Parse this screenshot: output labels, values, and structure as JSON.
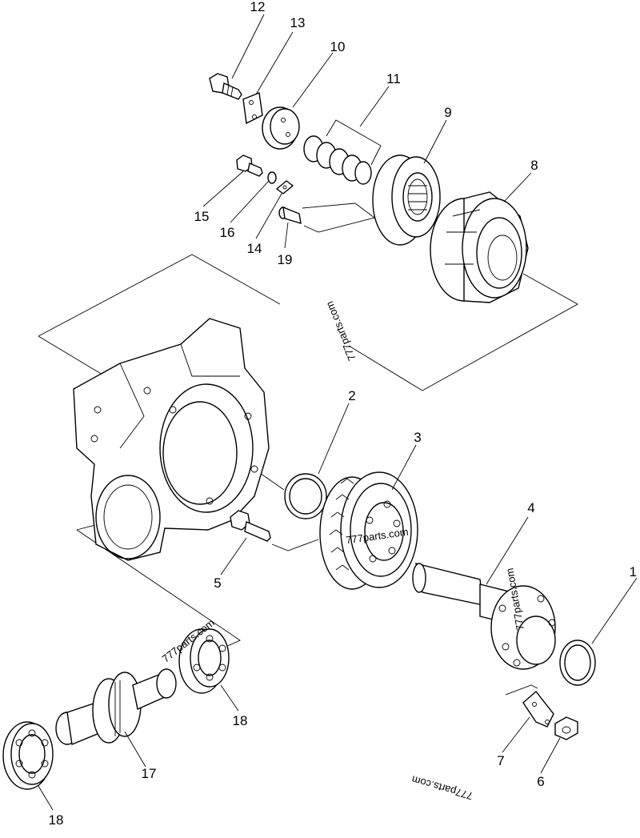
{
  "callouts": {
    "c1": "1",
    "c2": "2",
    "c3": "3",
    "c4": "4",
    "c5": "5",
    "c6": "6",
    "c7": "7",
    "c8": "8",
    "c9": "9",
    "c10": "10",
    "c11": "11",
    "c12": "12",
    "c13": "13",
    "c14": "14",
    "c15": "15",
    "c16": "16",
    "c17": "17",
    "c18a": "18",
    "c18b": "18",
    "c19": "19"
  },
  "watermarks": {
    "w1": "777parts.com",
    "w2": "777parts.com",
    "w3": "777parts.com",
    "w4": "777parts.com",
    "w5": "777parts.com"
  }
}
